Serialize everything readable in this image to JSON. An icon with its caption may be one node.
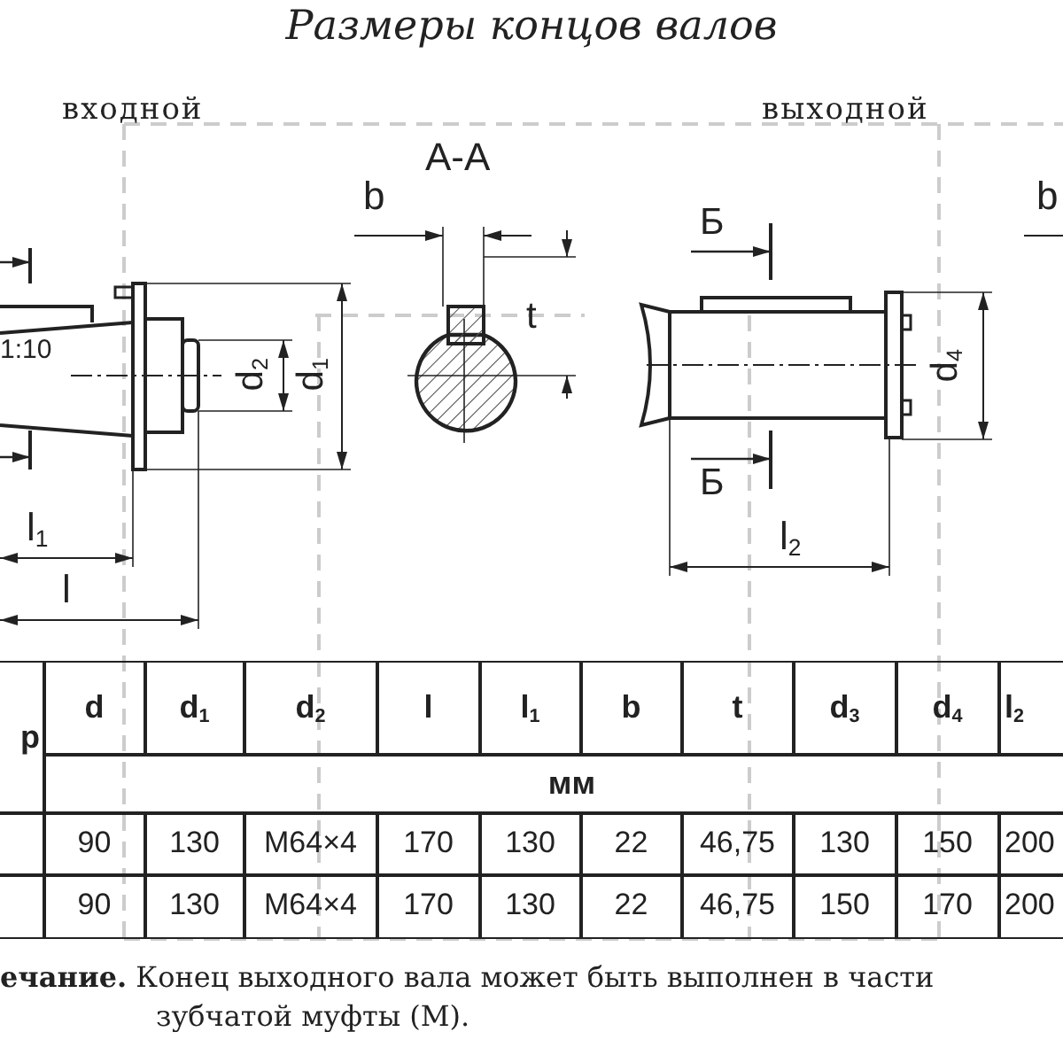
{
  "diagram": {
    "title": "Размеры концов валов",
    "labels": [
      "входной",
      "выходной",
      "А-А",
      "b",
      "Б",
      "b",
      "1:10",
      "d$_{2}$",
      "d$_{1}$",
      "t",
      "d$_{4}$",
      "Б",
      "l$_{1}$",
      "l$_{2}$",
      "l",
      "р",
      "d",
      "d$_{1}$",
      "d$_{2}$",
      "l",
      "l$_{1}$",
      "b",
      "t",
      "d$_{3}$",
      "d$_{4}$",
      "l$_{2}$",
      "мм",
      "90",
      "130",
      "M64×4",
      "170",
      "130",
      "22",
      "46,75",
      "130",
      "150",
      "200",
      "90",
      "130",
      "M64×4",
      "170",
      "130",
      "22",
      "46,75",
      "150",
      "170",
      "200",
      "**ечание.** Конец выходного вала может быть выполнен в части зубчатой муфты (М)."
    ]
  }
}
